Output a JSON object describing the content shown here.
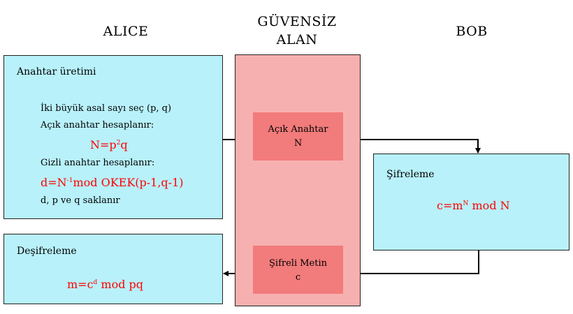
{
  "headers": {
    "alice": "ALICE",
    "insecure_line1": "GÜVENSİZ",
    "insecure_line2": "ALAN",
    "bob": "BOB"
  },
  "keygen": {
    "title": "Anahtar üretimi",
    "step1": "İki büyük asal sayı seç (p, q)",
    "step2": "Açık anahtar hesaplanır:",
    "public_formula_base": "N=p",
    "public_formula_sup": "2",
    "public_formula_tail": "q",
    "step3": "Gizli anahtar hesaplanır:",
    "private_formula_base": "d=N",
    "private_formula_sup": "-1",
    "private_formula_tail": "mod OKEK(p-1,q-1)",
    "step4": "d, p ve q saklanır"
  },
  "public_key_box": {
    "line1": "Açık Anahtar",
    "line2": "N"
  },
  "encryption": {
    "title": "Şifreleme",
    "formula_base": "c=m",
    "formula_sup": "N",
    "formula_tail": " mod N"
  },
  "ciphertext_box": {
    "line1": "Şifreli Metin",
    "line2": "c"
  },
  "decryption": {
    "title": "Deşifreleme",
    "formula_base": "m=c",
    "formula_sup": "d",
    "formula_tail": " mod pq"
  },
  "colors": {
    "cyan": "#b8f1fa",
    "pink_zone": "#f7b0b0",
    "red_box": "#f27b7b",
    "formula_red": "#ff0000"
  }
}
